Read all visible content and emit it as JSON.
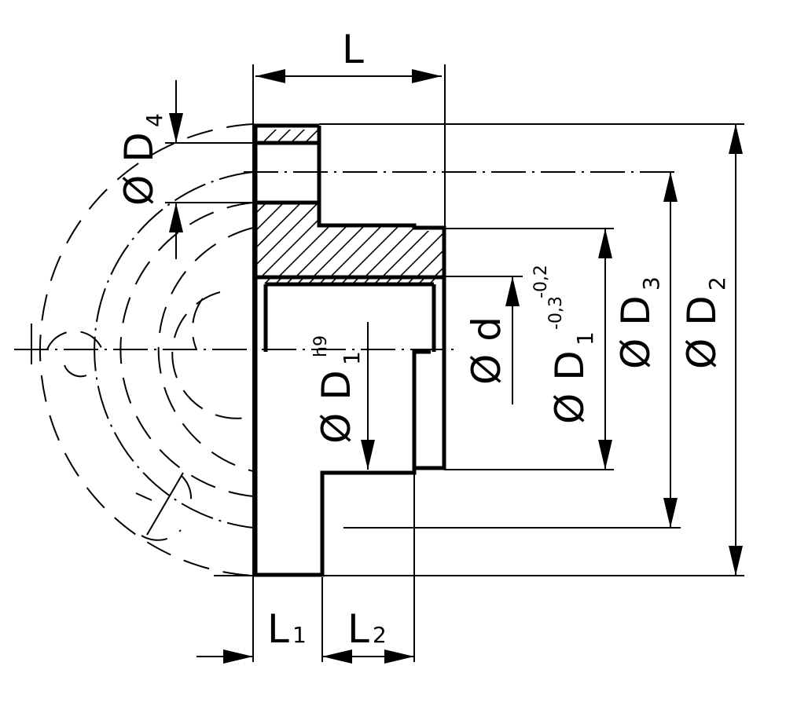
{
  "labels": {
    "L": "L",
    "L1_main": "L",
    "L1_sub": "1",
    "L2_main": "L",
    "L2_sub": "2",
    "D4_main": "Ø D",
    "D4_sub": "4",
    "D1h9_main": "Ø D",
    "D1h9_sub": "1",
    "D1h9_tol": "h9",
    "d_main": "Ø d",
    "d_tol": "-0,2",
    "D1tol_main": "Ø D",
    "D1tol_sub": "1",
    "D1tol_tol": "-0,3",
    "D3_main": "Ø D",
    "D3_sub": "3",
    "D2_main": "Ø D",
    "D2_sub": "2"
  }
}
